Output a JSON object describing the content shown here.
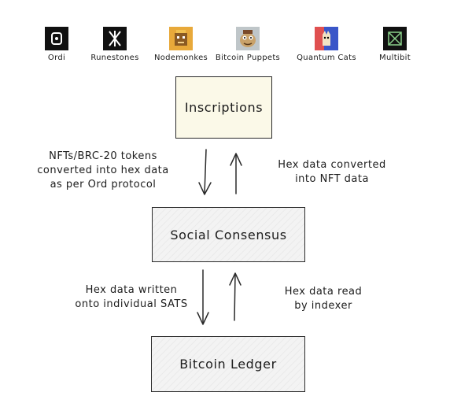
{
  "logos": [
    {
      "name": "Ordi",
      "icon": "ordi-logo",
      "color": "#111111"
    },
    {
      "name": "Runestones",
      "icon": "runestones-logo",
      "color": "#111111"
    },
    {
      "name": "Nodemonkes",
      "icon": "nodemonkes-logo",
      "color": "#e8a93a"
    },
    {
      "name": "Bitcoin Puppets",
      "icon": "bitcoin-puppets-logo",
      "color": "#c9a26a"
    },
    {
      "name": "Quantum Cats",
      "icon": "quantum-cats-logo",
      "color": "#3a56c8"
    },
    {
      "name": "Multibit",
      "icon": "multibit-logo",
      "color": "#111111"
    }
  ],
  "boxes": {
    "inscriptions": "Inscriptions",
    "consensus": "Social Consensus",
    "ledger": "Bitcoin Ledger"
  },
  "notes": {
    "top_left": [
      "NFTs/BRC-20 tokens",
      "converted into hex data",
      "as per Ord protocol"
    ],
    "top_right": [
      "Hex data converted",
      "into NFT data"
    ],
    "bottom_left": [
      "Hex data written",
      "onto individual SATS"
    ],
    "bottom_right": [
      "Hex data read",
      "by indexer"
    ]
  }
}
